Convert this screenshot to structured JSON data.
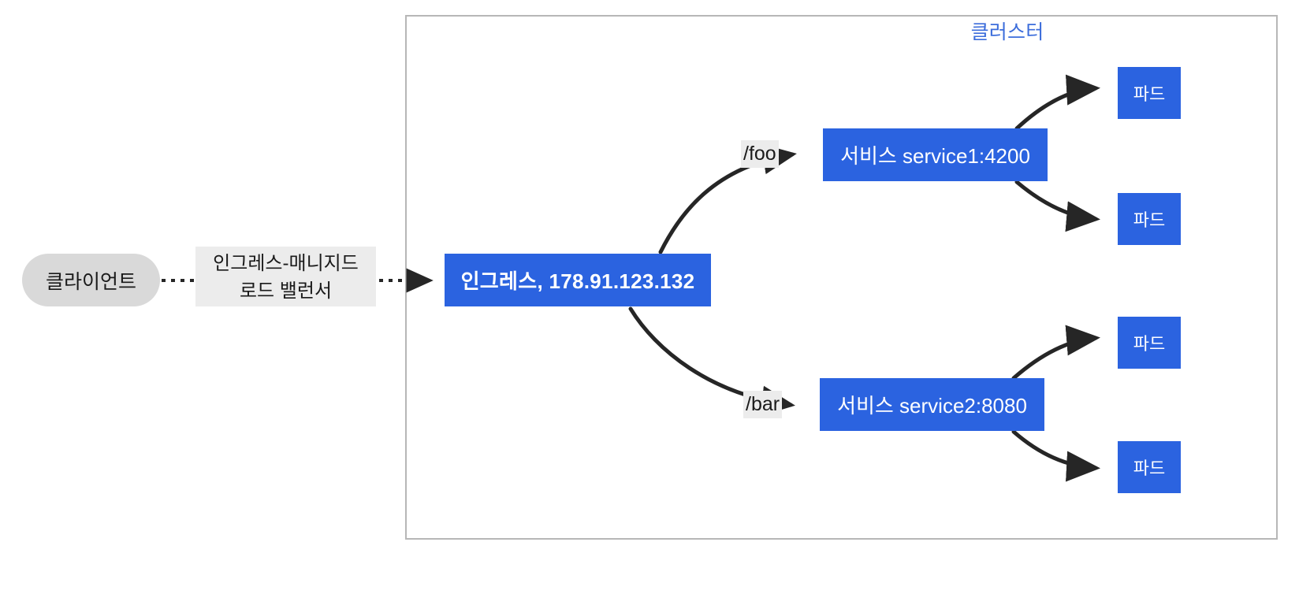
{
  "diagram": {
    "title": "Kubernetes Ingress fanout diagram",
    "colors": {
      "node_blue": "#2b63e0",
      "cluster_border": "#b7b7b7",
      "cluster_title": "#3c6ddb",
      "client_fill": "#d9d9d9",
      "label_fill": "#ececec",
      "edge_stroke": "#262626"
    }
  },
  "cluster": {
    "title": "클러스터"
  },
  "client": {
    "label": "클라이언트"
  },
  "load_balancer_edge": {
    "line1": "인그레스-매니지드",
    "line2": "로드 밸런서",
    "style": "dotted"
  },
  "ingress": {
    "label": "인그레스, 178.91.123.132"
  },
  "routes": [
    {
      "path_label": "/foo",
      "target": "service1"
    },
    {
      "path_label": "/bar",
      "target": "service2"
    }
  ],
  "services": [
    {
      "id": "service1",
      "label": "서비스 service1:4200"
    },
    {
      "id": "service2",
      "label": "서비스 service2:8080"
    }
  ],
  "pods": [
    {
      "id": "pod1",
      "label": "파드",
      "from": "service1"
    },
    {
      "id": "pod2",
      "label": "파드",
      "from": "service1"
    },
    {
      "id": "pod3",
      "label": "파드",
      "from": "service2"
    },
    {
      "id": "pod4",
      "label": "파드",
      "from": "service2"
    }
  ]
}
